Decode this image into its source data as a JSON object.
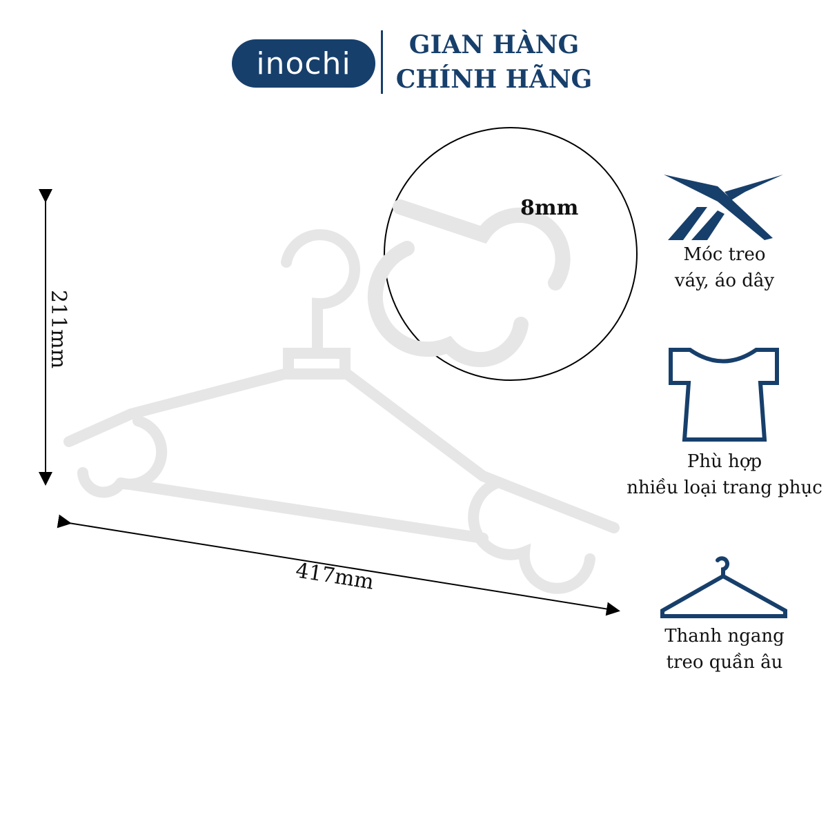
{
  "brand": {
    "logo": "inochi",
    "headline_1": "GIAN HÀNG",
    "headline_2": "CHÍNH HÃNG",
    "color": "#173f6b"
  },
  "dimensions": {
    "height": "211mm",
    "width": "417mm",
    "thickness": "8mm"
  },
  "features": [
    {
      "icon": "hook-swoosh-icon",
      "line1": "Móc treo",
      "line2": "váy, áo dây"
    },
    {
      "icon": "tshirt-icon",
      "line1": "Phù hợp",
      "line2": "nhiều loại trang phục"
    },
    {
      "icon": "hanger-icon",
      "line1": "Thanh ngang",
      "line2": "treo quần âu"
    }
  ]
}
